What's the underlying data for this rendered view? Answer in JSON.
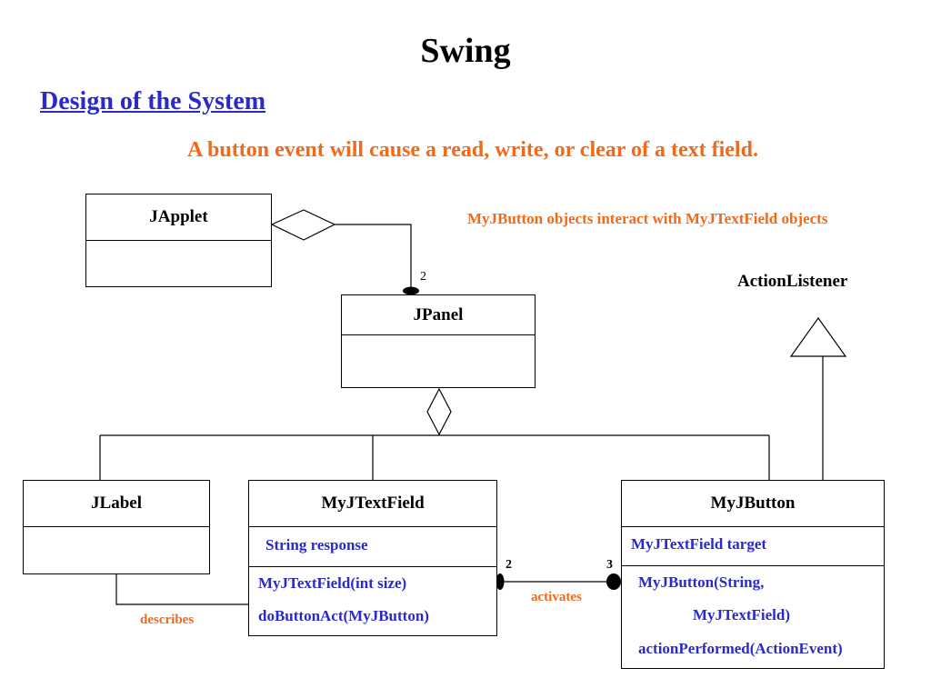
{
  "slide": {
    "title": "Swing",
    "subtitle": "Design of the System",
    "caption": "A button event will cause a read, write, or clear of a text field.",
    "note": "MyJButton objects interact with MyJTextField objects"
  },
  "interface": {
    "name": "ActionListener"
  },
  "classes": {
    "japplet": {
      "name": "JApplet"
    },
    "jpanel": {
      "name": "JPanel"
    },
    "jlabel": {
      "name": "JLabel"
    },
    "mytextfield": {
      "name": "MyJTextField",
      "attributes": [
        "String response"
      ],
      "methods": [
        "MyJTextField(int size)",
        "doButtonAct(MyJButton)"
      ]
    },
    "mybutton": {
      "name": "MyJButton",
      "attributes": [
        "MyJTextField  target"
      ],
      "methods": [
        "MyJButton(String,",
        "MyJTextField)",
        "actionPerformed(ActionEvent)"
      ]
    }
  },
  "associations": {
    "japplet_jpanel_multiplicity": "2",
    "activates": {
      "label": "activates",
      "from_multiplicity": "2",
      "to_multiplicity": "3"
    },
    "describes": {
      "label": "describes"
    }
  },
  "colors": {
    "accent_blue": "#2a2ac8",
    "accent_orange": "#f06a1a"
  }
}
